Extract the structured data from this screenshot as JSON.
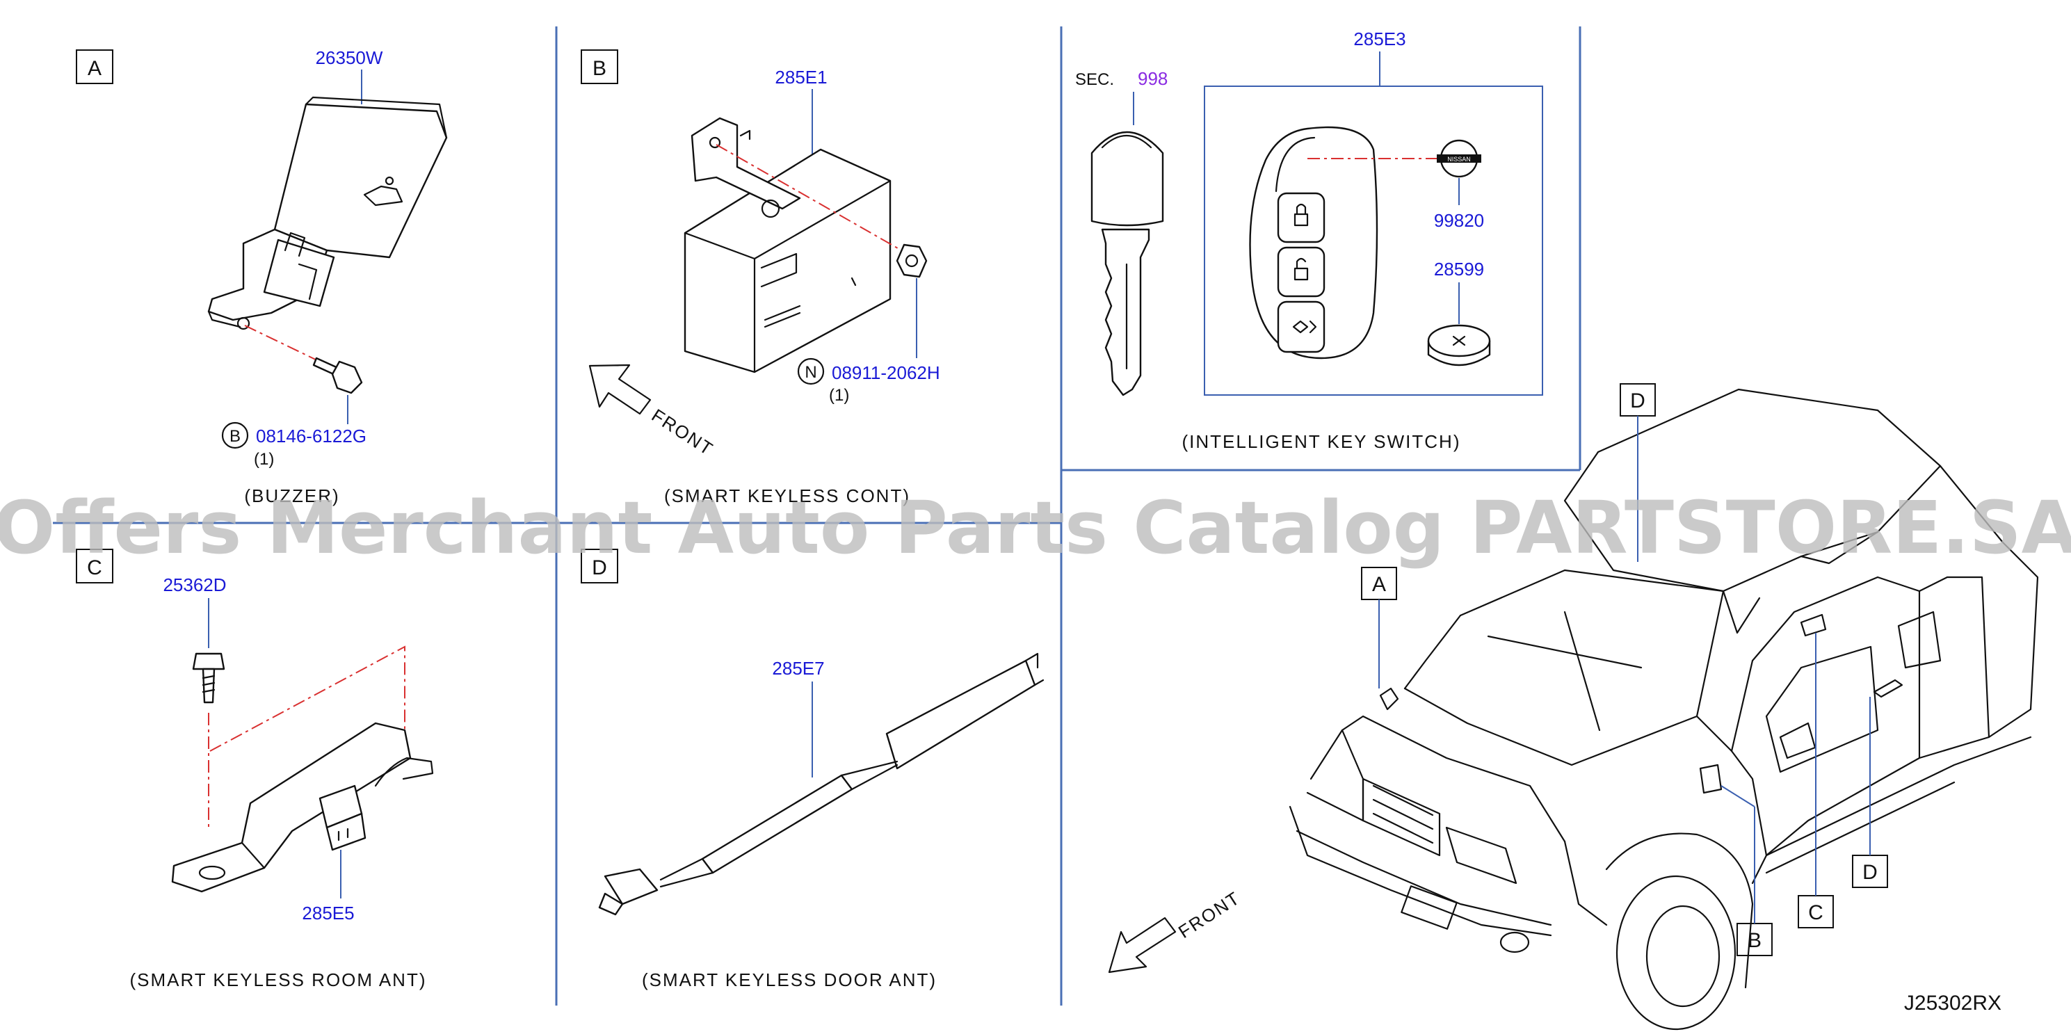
{
  "watermark": "Offers Merchant Auto Parts Catalog PARTSTORE.SA",
  "diagram_id": "J25302RX",
  "panels": {
    "A": {
      "letter": "A",
      "part": "26350W",
      "bolt_symbol": "B",
      "bolt": "08146-6122G",
      "bolt_qty": "(1)",
      "caption": "(BUZZER)"
    },
    "B": {
      "letter": "B",
      "part": "285E1",
      "nut_symbol": "N",
      "nut": "08911-2062H",
      "nut_qty": "(1)",
      "front": "FRONT",
      "caption": "(SMART   KEYLESS   CONT)"
    },
    "keyswitch": {
      "sec_label": "SEC.",
      "sec_num": "998",
      "part": "285E3",
      "emblem": "99820",
      "battery": "28599",
      "caption": "(INTELLIGENT   KEY   SWITCH)"
    },
    "C": {
      "letter": "C",
      "bolt": "25362D",
      "part": "285E5",
      "caption": "(SMART   KEYLESS   ROOM   ANT)"
    },
    "D": {
      "letter": "D",
      "part": "285E7",
      "caption": "(SMART   KEYLESS   DOOR   ANT)"
    },
    "vehicle": {
      "callout_A": "A",
      "callout_B": "B",
      "callout_C": "C",
      "callout_D_roof": "D",
      "callout_D_door": "D",
      "front": "FRONT"
    }
  },
  "colors": {
    "part_number": "#1a1ad6",
    "section_number": "#8a2be2",
    "divider": "#4a6fb5",
    "dash_line": "#d93030"
  }
}
